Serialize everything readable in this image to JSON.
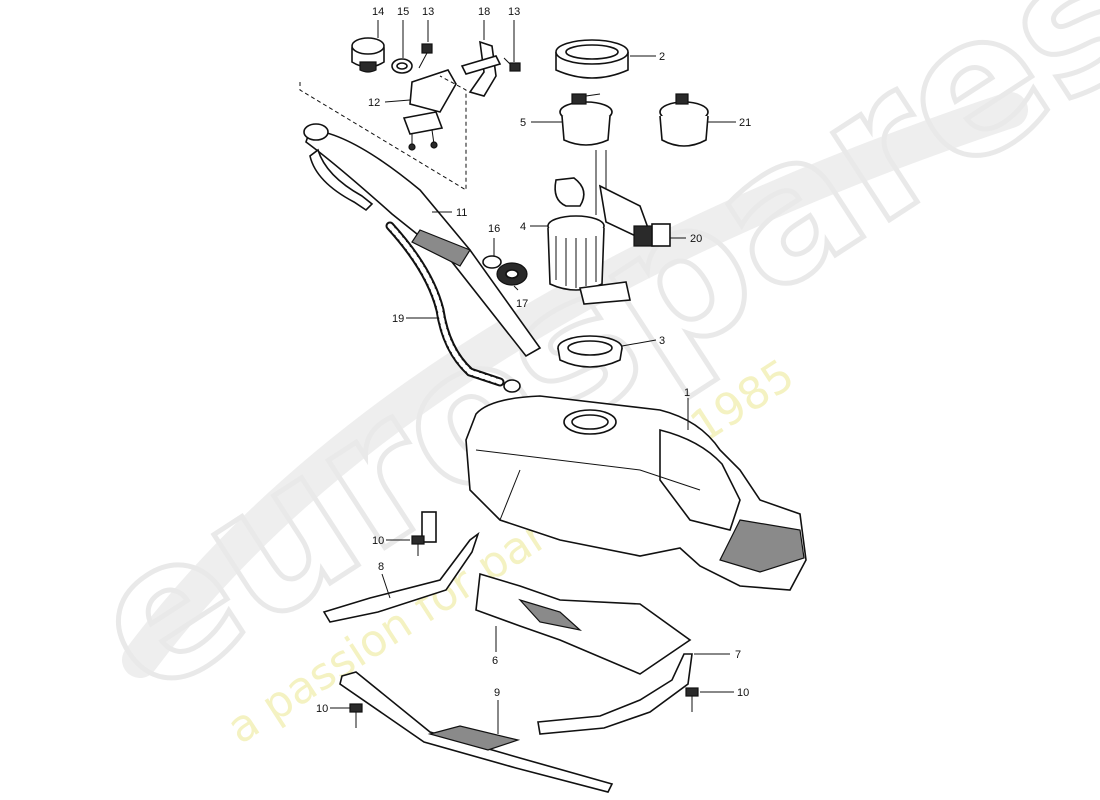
{
  "watermark": {
    "brand": "eurospares",
    "tagline": "a passion for parts since 1985",
    "tagline_color": "#ecea9c"
  },
  "callouts": [
    "14",
    "15",
    "13",
    "18",
    "13",
    "2",
    "12",
    "5",
    "21",
    "11",
    "4",
    "16",
    "20",
    "17",
    "19",
    "3",
    "1",
    "10",
    "8",
    "6",
    "7",
    "9",
    "10",
    "10"
  ]
}
